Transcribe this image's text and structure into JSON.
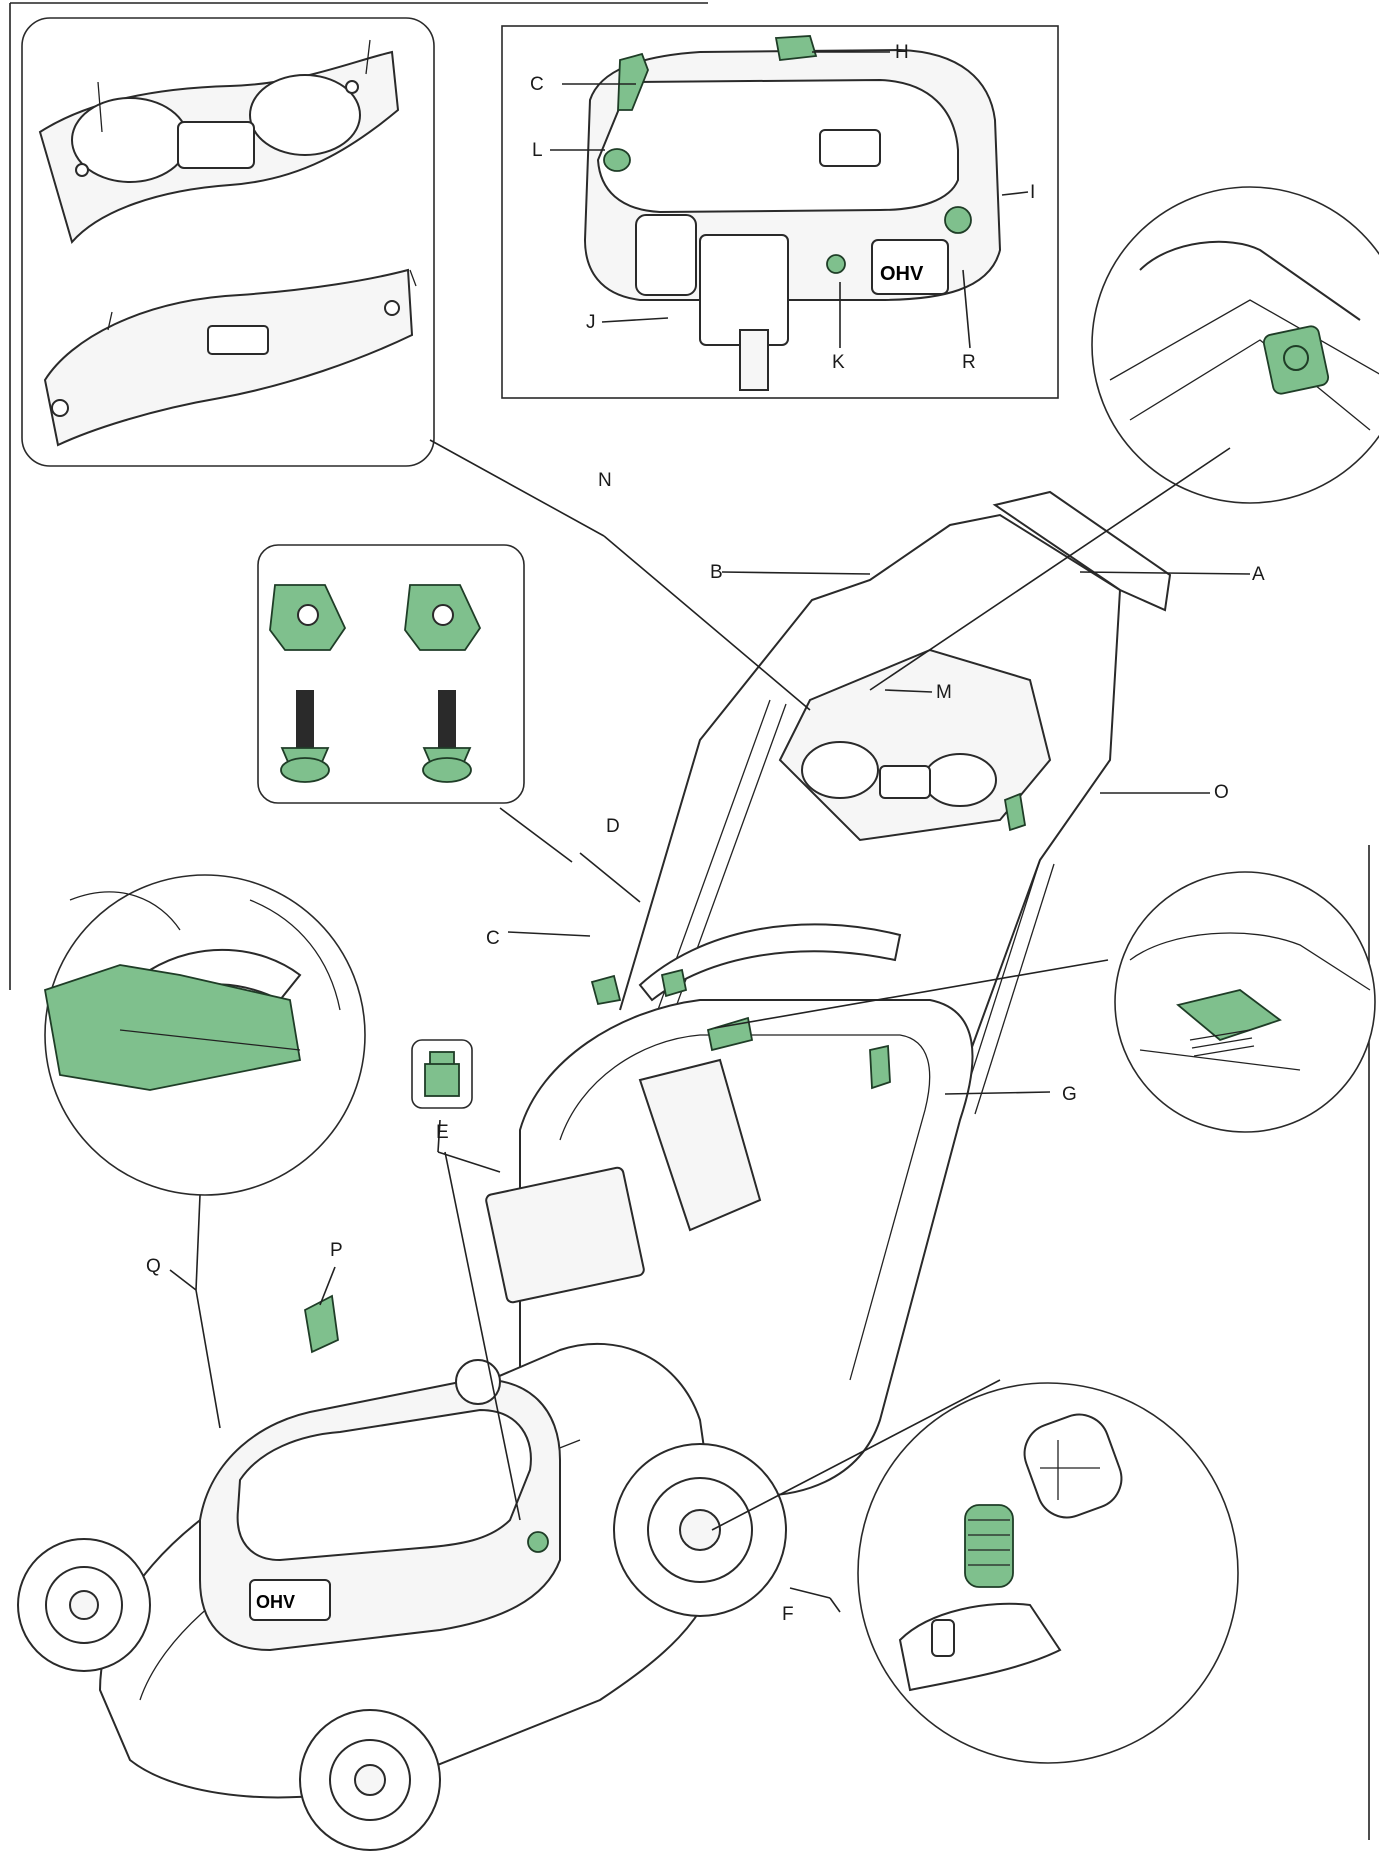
{
  "colors": {
    "accent_green": "#7fc08d",
    "line": "#222222"
  },
  "labels": {
    "A": "A",
    "B": "B",
    "C1": "C",
    "C2": "C",
    "D": "D",
    "E": "E",
    "F": "F",
    "G": "G",
    "H": "H",
    "I": "I",
    "J": "J",
    "K": "K",
    "L": "L",
    "M": "M",
    "N": "N",
    "O": "O",
    "P": "P",
    "Q": "Q",
    "R": "R"
  },
  "engine": {
    "badge": "OHV"
  },
  "mower": {
    "badge": "OHV"
  }
}
